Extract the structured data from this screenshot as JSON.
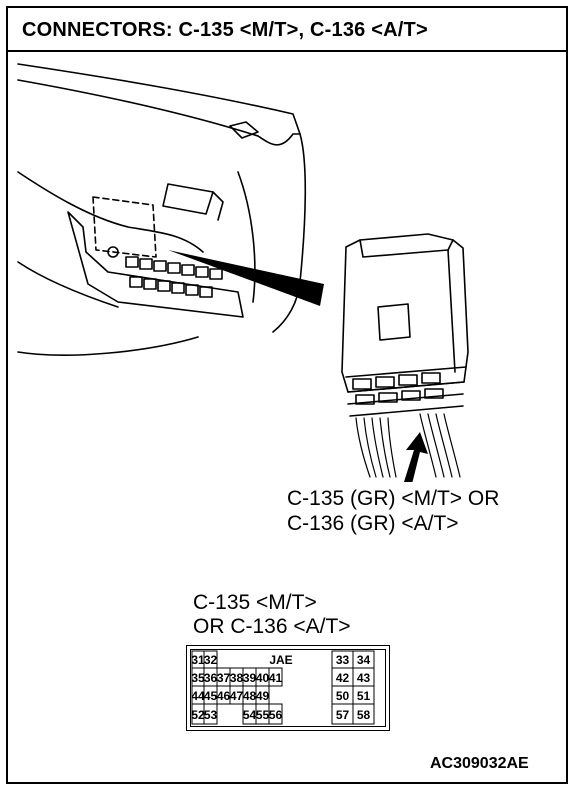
{
  "title": "CONNECTORS: C-135 <M/T>, C-136 <A/T>",
  "callout": {
    "line1": "C-135 (GR) <M/T> OR",
    "line2": "C-136 (GR) <A/T>"
  },
  "connector": {
    "line1": "C-135 <M/T>",
    "line2": "OR C-136 <A/T>",
    "maker": "JAE",
    "pins": {
      "r1": [
        "31",
        "32",
        "33",
        "34"
      ],
      "r2": [
        "35",
        "36",
        "37",
        "38",
        "39",
        "40",
        "41",
        "42",
        "43"
      ],
      "r3": [
        "44",
        "45",
        "46",
        "47",
        "48",
        "49",
        "50",
        "51"
      ],
      "r4": [
        "52",
        "53",
        "54",
        "55",
        "56",
        "57",
        "58"
      ]
    }
  },
  "figure_id": "AC309032AE"
}
